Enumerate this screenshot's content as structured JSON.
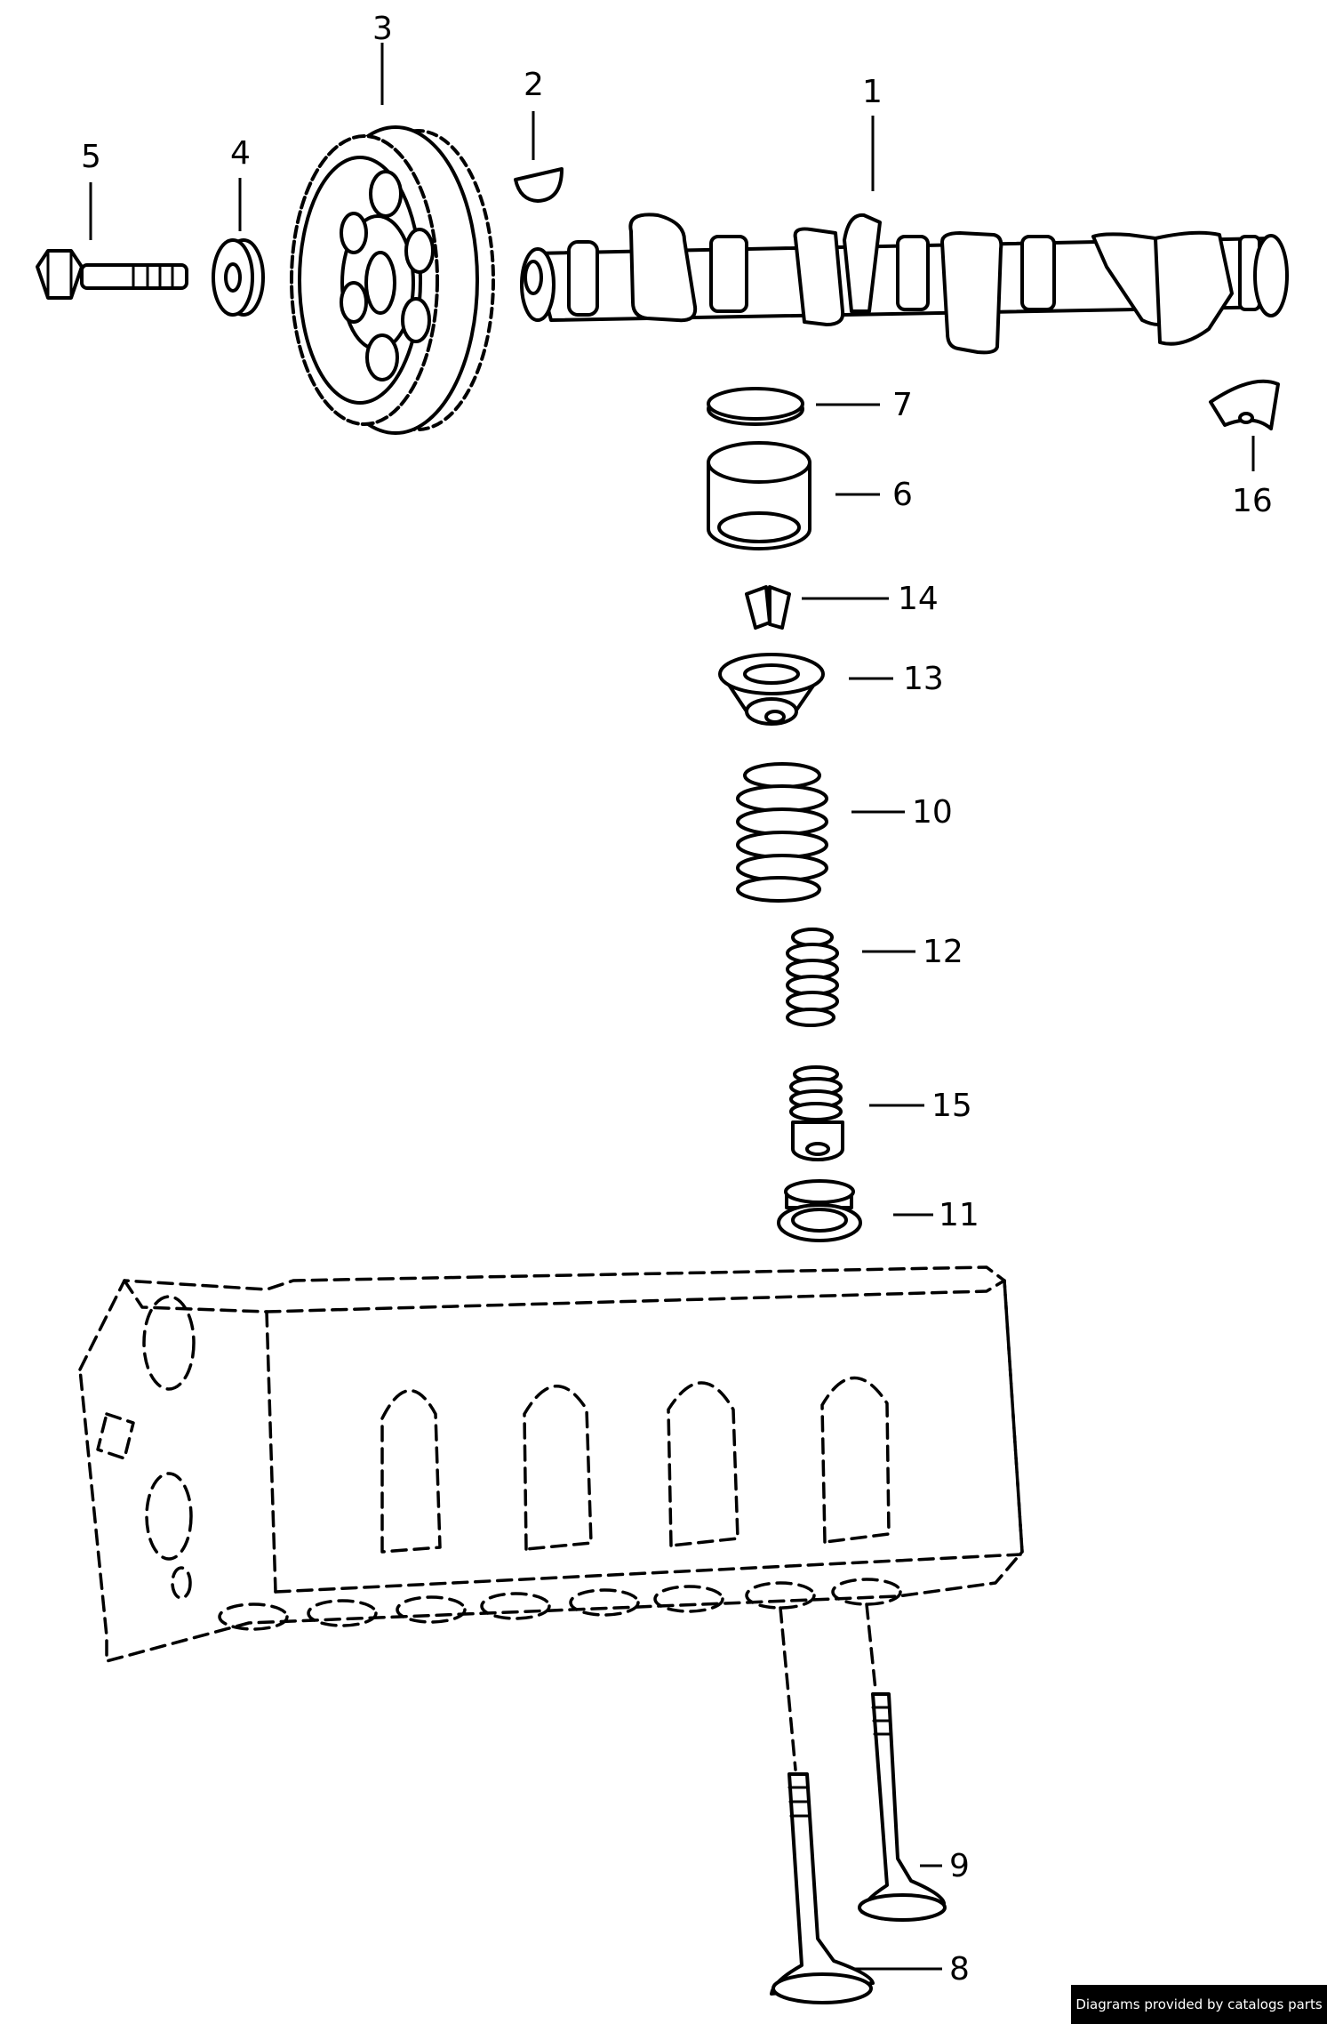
{
  "callouts": {
    "c1": "1",
    "c2": "2",
    "c3": "3",
    "c4": "4",
    "c5": "5",
    "c6": "6",
    "c7": "7",
    "c8": "8",
    "c9": "9",
    "c10": "10",
    "c11": "11",
    "c12": "12",
    "c13": "13",
    "c14": "14",
    "c15": "15",
    "c16": "16"
  },
  "credit": "Diagrams provided by catalogs parts"
}
